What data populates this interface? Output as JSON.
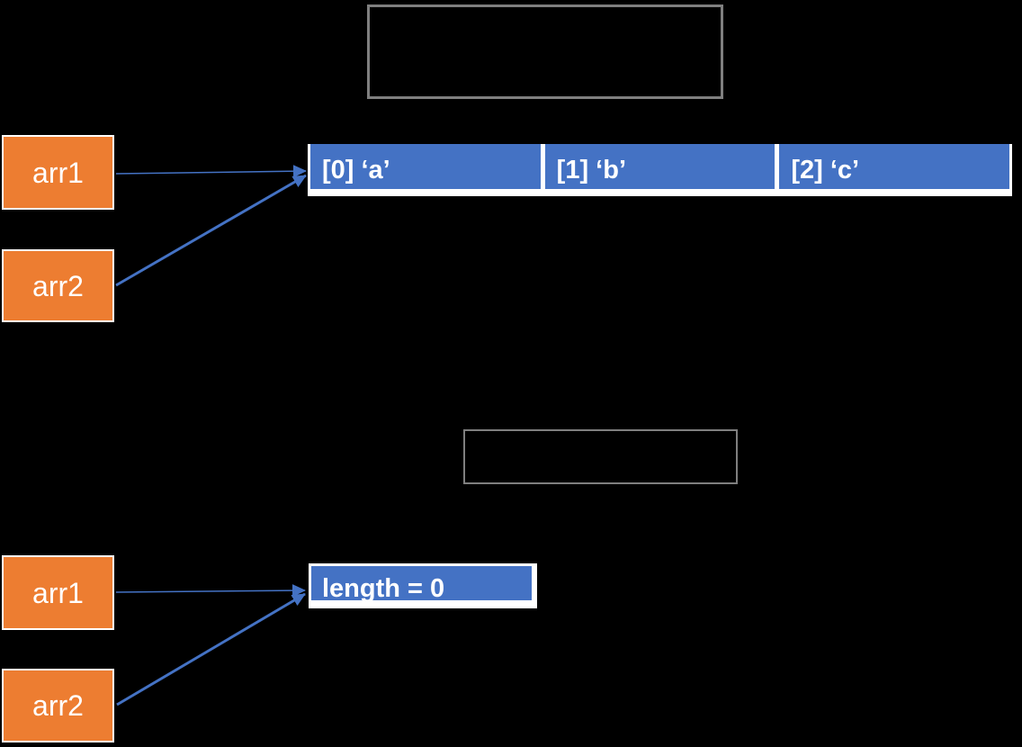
{
  "colors": {
    "background": "#000000",
    "pointer_box_fill": "#ED7D31",
    "array_box_fill": "#4472C4",
    "arrow": "#4472C4",
    "note_box_border": "#7F7F7F",
    "text": "#FFFFFF"
  },
  "top_section": {
    "note_box_text": "",
    "pointers": [
      {
        "label": "arr1"
      },
      {
        "label": "arr2"
      }
    ],
    "array_cells": [
      {
        "label": "[0] ‘a’"
      },
      {
        "label": "[1] ‘b’"
      },
      {
        "label": "[2] ‘c’"
      }
    ]
  },
  "bottom_section": {
    "note_box_text": "",
    "pointers": [
      {
        "label": "arr1"
      },
      {
        "label": "arr2"
      }
    ],
    "length_box_label": "length = 0"
  }
}
